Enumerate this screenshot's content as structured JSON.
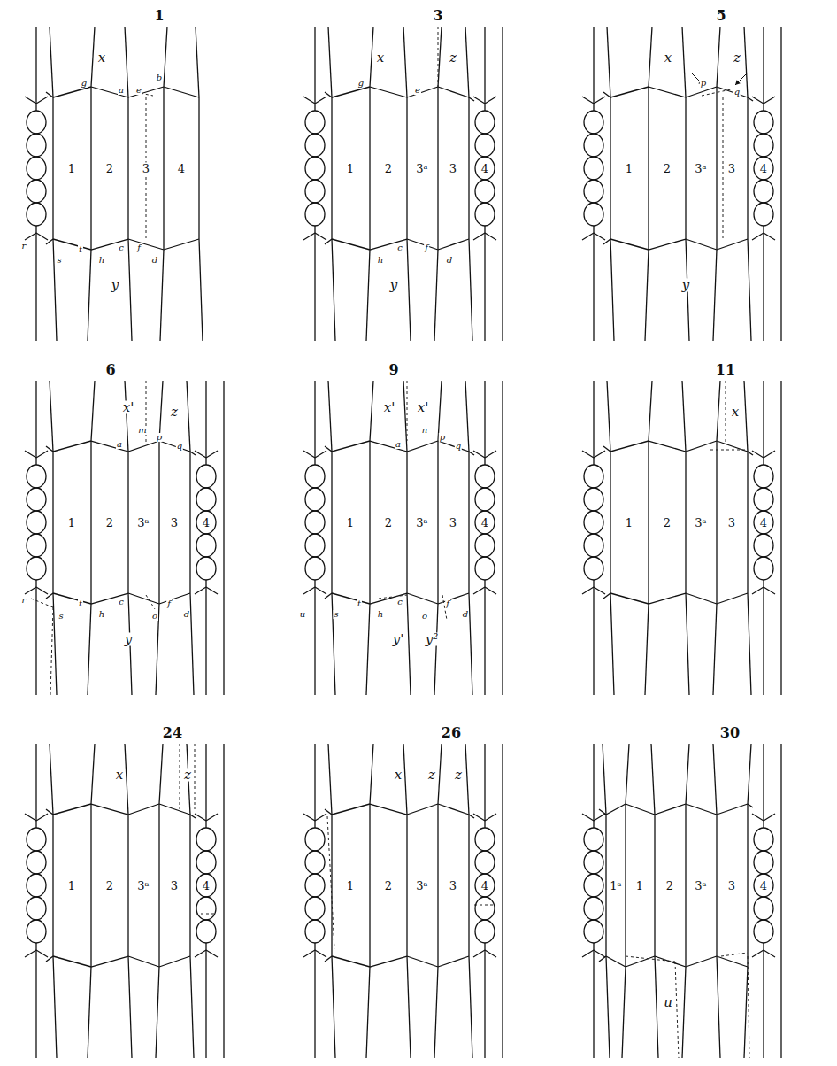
{
  "diagram": {
    "labels": [
      "1",
      "x",
      "g",
      "b",
      "a",
      "e",
      "1",
      "2",
      "3",
      "4",
      "r",
      "s",
      "t",
      "h",
      "c",
      "f",
      "d",
      "y",
      "3",
      "x",
      "z",
      "g",
      "e",
      "1",
      "2",
      "3ᵃ",
      "3",
      "4",
      "h",
      "c",
      "f",
      "d",
      "y",
      "5",
      "x",
      "z",
      "p",
      "q",
      "1",
      "2",
      "3ᵃ",
      "3",
      "4",
      "y",
      "6",
      "x'",
      "m",
      "z",
      "a",
      "p",
      "q",
      "1",
      "2",
      "3ᵃ",
      "3",
      "4",
      "r",
      "s",
      "t",
      "c",
      "h",
      "o",
      "f",
      "d",
      "y",
      "9",
      "x'",
      "x'",
      "n",
      "a",
      "p",
      "q",
      "1",
      "2",
      "3ᵃ",
      "3",
      "4",
      "u",
      "s",
      "t",
      "c",
      "h",
      "o",
      "f",
      "d",
      "y'",
      "y²",
      "11",
      "x",
      "1",
      "2",
      "3ᵃ",
      "3",
      "4",
      "24",
      "x",
      "z",
      "1",
      "2",
      "3ᵃ",
      "3",
      "4",
      "26",
      "x",
      "z",
      "z",
      "1",
      "2",
      "3ᵃ",
      "3",
      "4",
      "30",
      "1ᵃ",
      "1",
      "2",
      "3ᵃ",
      "3",
      "4",
      "u"
    ]
  }
}
